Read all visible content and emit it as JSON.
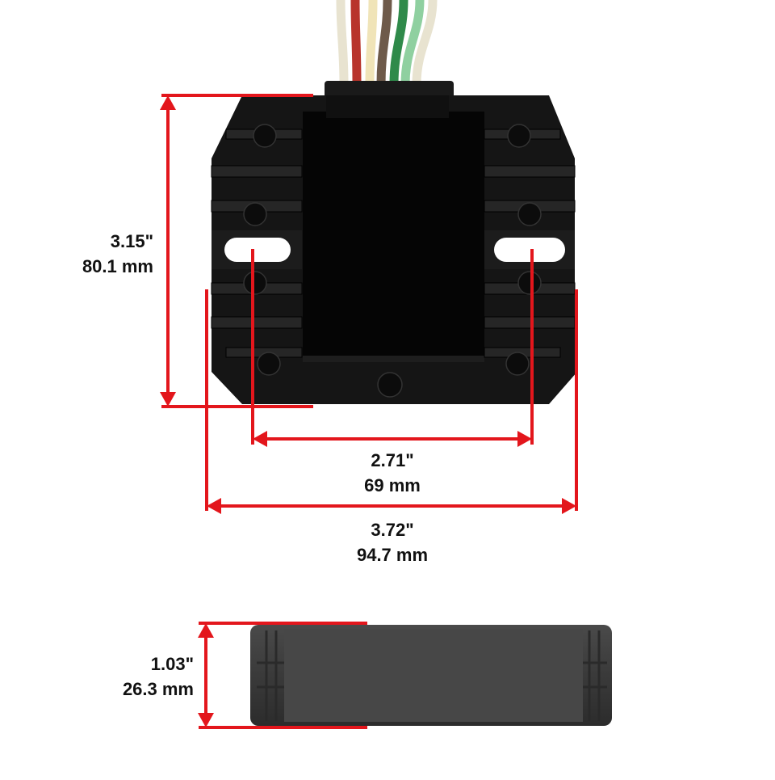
{
  "colors": {
    "dimension_line": "#e3161c",
    "body": "#141414",
    "body_top_view": "#3c3c3c"
  },
  "wires": [
    "#e8e3d0",
    "#b8342c",
    "#f0e4b8",
    "#6e5a4a",
    "#2f8a4a",
    "#8fd0a0",
    "#e8e3d0"
  ],
  "dimensions": {
    "height": {
      "inches": "3.15\"",
      "mm": "80.1 mm"
    },
    "mount_spacing": {
      "inches": "2.71\"",
      "mm": "69 mm"
    },
    "width": {
      "inches": "3.72\"",
      "mm": "94.7 mm"
    },
    "thickness": {
      "inches": "1.03\"",
      "mm": "26.3 mm"
    }
  }
}
